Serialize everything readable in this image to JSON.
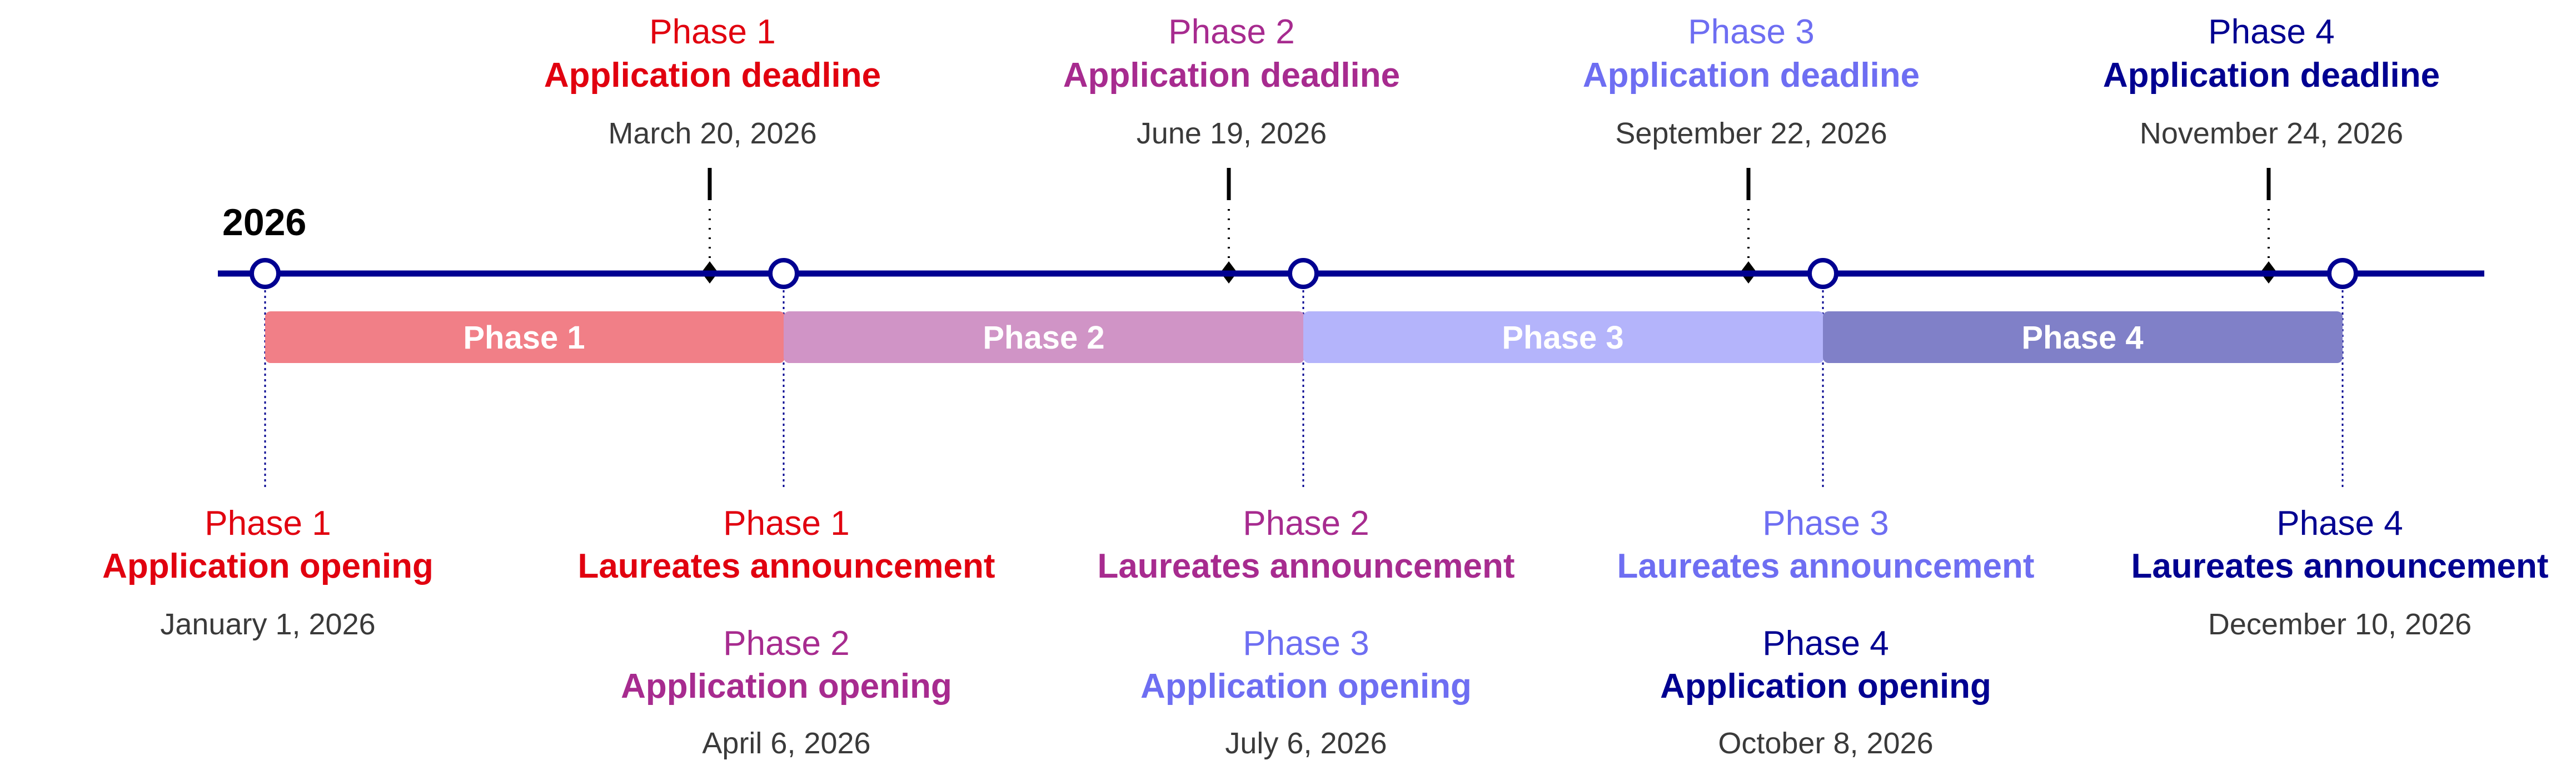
{
  "year": "2026",
  "colors": {
    "axis": "#000091",
    "deadline_tick": "#000000",
    "date_text": "#3a3a3a"
  },
  "phases": [
    {
      "label": "Phase 1",
      "text_color": "#e1000f",
      "bar_color": "#f17f87",
      "opening": {
        "phase": "Phase 1",
        "title": "Application opening",
        "date": "January 1, 2026"
      },
      "deadline": {
        "phase": "Phase 1",
        "title": "Application deadline",
        "date": "March 20, 2026"
      },
      "announcement": {
        "phase": "Phase 1",
        "title": "Laureates announcement"
      }
    },
    {
      "label": "Phase 2",
      "text_color": "#a72b8f",
      "bar_color": "#d094c6",
      "opening": {
        "phase": "Phase 2",
        "title": "Application opening",
        "date": "April 6, 2026"
      },
      "deadline": {
        "phase": "Phase 2",
        "title": "Application deadline",
        "date": "June 19, 2026"
      },
      "announcement": {
        "phase": "Phase 2",
        "title": "Laureates announcement"
      }
    },
    {
      "label": "Phase 3",
      "text_color": "#6e6ef2",
      "bar_color": "#b4b4fb",
      "opening": {
        "phase": "Phase 3",
        "title": "Application opening",
        "date": "July 6, 2026"
      },
      "deadline": {
        "phase": "Phase 3",
        "title": "Application deadline",
        "date": "September 22, 2026"
      },
      "announcement": {
        "phase": "Phase 3",
        "title": "Laureates announcement"
      }
    },
    {
      "label": "Phase 4",
      "text_color": "#000091",
      "bar_color": "#8080c8",
      "opening": {
        "phase": "Phase 4",
        "title": "Application opening",
        "date": "October 8, 2026"
      },
      "deadline": {
        "phase": "Phase 4",
        "title": "Application deadline",
        "date": "November 24, 2026"
      },
      "announcement": {
        "phase": "Phase 4",
        "title": "Laureates announcement",
        "date": "December 10, 2026"
      }
    }
  ]
}
